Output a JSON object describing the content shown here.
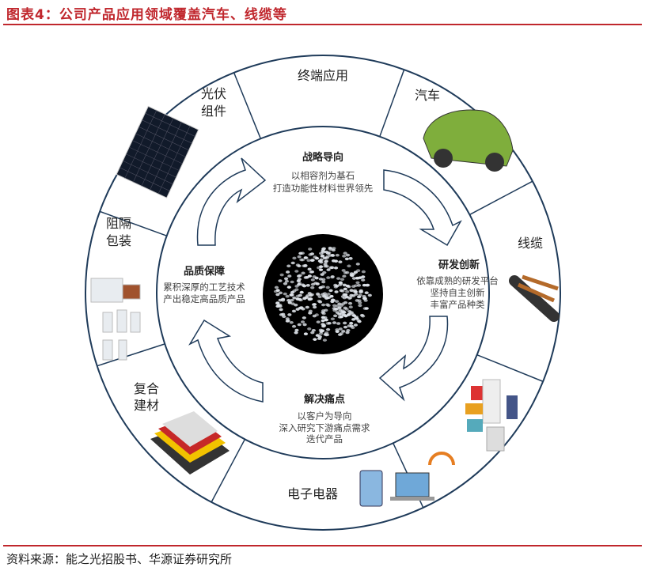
{
  "title": "图表4：公司产品应用领域覆盖汽车、线缆等",
  "source": "资料来源：能之光招股书、华源证券研究所",
  "outer_ring": {
    "segments": [
      {
        "label": "终端应用"
      },
      {
        "label": "汽车",
        "icon": "car-image"
      },
      {
        "label": "线缆",
        "icon": "cable-image"
      },
      {
        "label": "",
        "icon": "home-appliances-image"
      },
      {
        "label": "电子电器",
        "icon": "electronics-image"
      },
      {
        "label_lines": [
          "复合",
          "建材"
        ],
        "icon": "composite-panel-image"
      },
      {
        "label_lines": [
          "阻隔",
          "包装"
        ],
        "icon": "packaging-image"
      },
      {
        "label_lines": [
          "光伏",
          "组件"
        ],
        "icon": "solar-panel-image"
      }
    ]
  },
  "cycle": [
    {
      "heading": "战略导向",
      "lines": [
        "以相容剂为基石",
        "打造功能性材料世界领先"
      ]
    },
    {
      "heading": "研发创新",
      "lines": [
        "依靠成熟的研发平台",
        "坚持自主创新",
        "丰富产品种类"
      ]
    },
    {
      "heading": "解决痛点",
      "lines": [
        "以客户为导向",
        "深入研究下游痛点需求",
        "迭代产品"
      ]
    },
    {
      "heading": "品质保障",
      "lines": [
        "累积深厚的工艺技术",
        "产出稳定高品质产品"
      ]
    }
  ],
  "center_icon": "resin-pellets-image",
  "colors": {
    "accent": "#c0272d",
    "ring": "#1f3b5a"
  }
}
